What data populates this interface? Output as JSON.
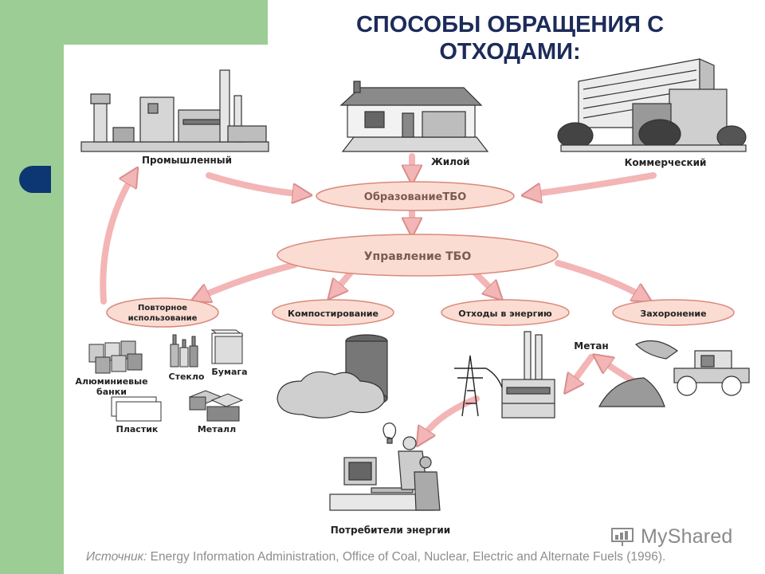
{
  "title_line1": "СПОСОБЫ ОБРАЩЕНИЯ С",
  "title_line2": "ОТХОДАМИ:",
  "sources": {
    "industrial": "Промышленный",
    "residential": "Жилой",
    "commercial": "Коммерческий"
  },
  "process": {
    "generation": "ОбразованиеТБО",
    "management": "Управление ТБО"
  },
  "methods": {
    "reuse_line1": "Повторное",
    "reuse_line2": "использование",
    "compost": "Компостирование",
    "waste_to_energy": "Отходы в энергию",
    "landfill": "Захоронение"
  },
  "materials": {
    "cans_line1": "Алюминиевые",
    "cans_line2": "банки",
    "glass": "Стекло",
    "paper": "Бумага",
    "plastic": "Пластик",
    "metal": "Металл"
  },
  "methane": "Метан",
  "consumers": "Потребители энергии",
  "source_label": "Источник:",
  "source_text": " Energy Information Administration, Office of Coal, Nuclear, Electric and Alternate Fuels (1996).",
  "brand": "MyShared",
  "colors": {
    "green_band": "#9ccd94",
    "navy": "#0d3772",
    "title": "#1c2b5a",
    "oval_fill": "#fbdcd2",
    "oval_stroke": "#d9897c",
    "arrow": "#f3b5b5"
  }
}
